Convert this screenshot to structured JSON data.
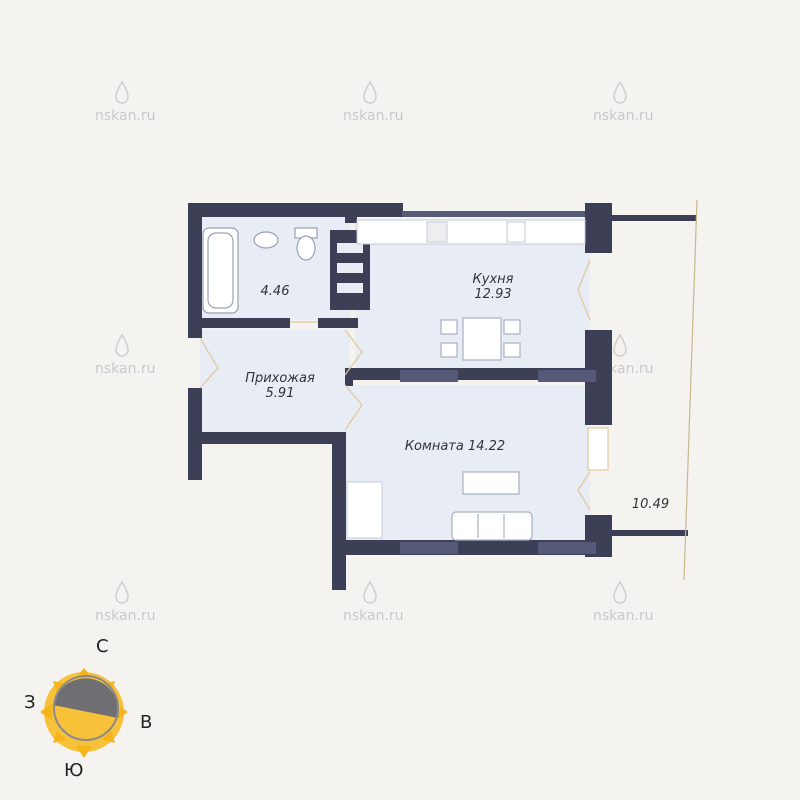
{
  "watermark": "nskan.ru",
  "rooms": {
    "bathroom": {
      "area": "4.46"
    },
    "kitchen": {
      "name": "Кухня",
      "area": "12.93"
    },
    "hallway": {
      "name": "Прихожая",
      "area": "5.91"
    },
    "room": {
      "label": "Комната 14.22"
    },
    "balcony": {
      "area": "10.49"
    }
  },
  "compass": {
    "north": "С",
    "south": "Ю",
    "west": "З",
    "east": "В"
  },
  "colors": {
    "wall": "#3c3f56",
    "floor": "#e7ecf5",
    "window": "#565a78",
    "door": "#e3c79a",
    "sun": "#f5b41a"
  }
}
